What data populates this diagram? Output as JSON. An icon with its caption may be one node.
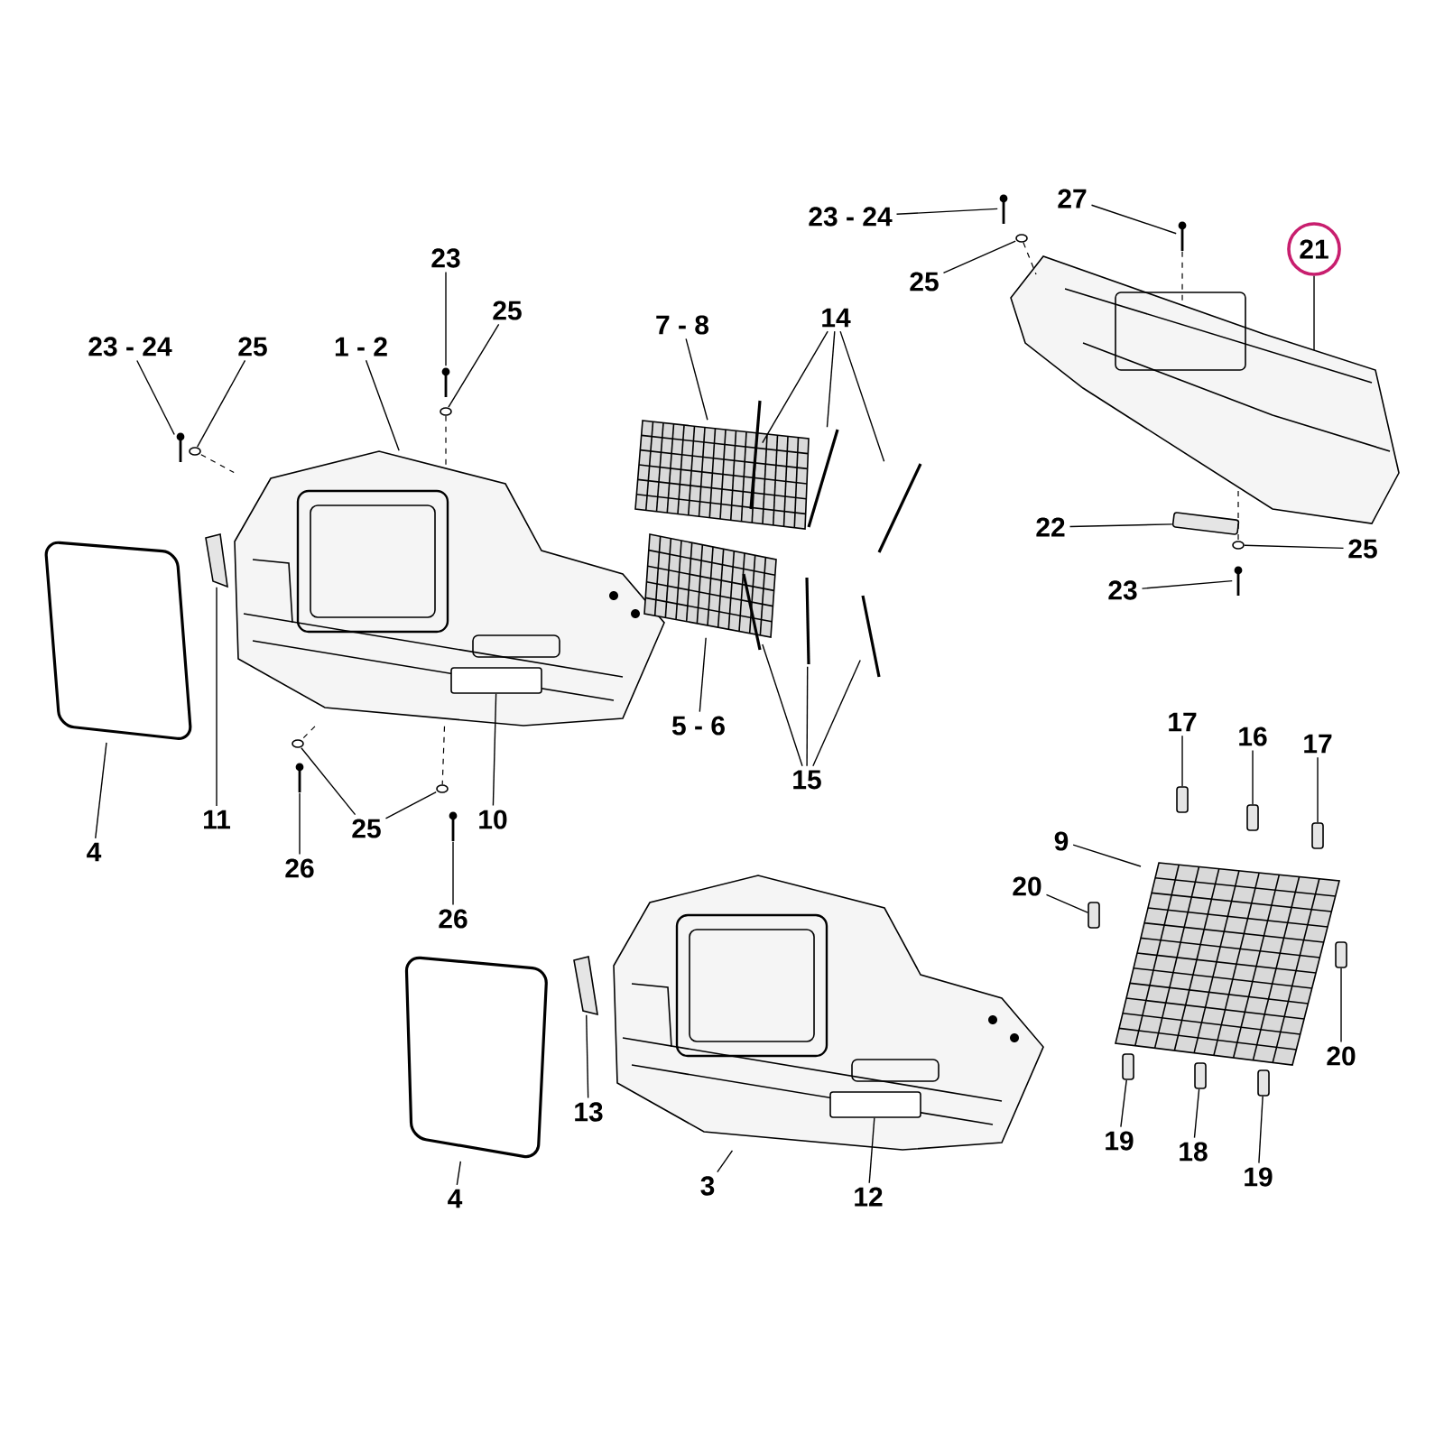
{
  "diagram": {
    "nodes": [
      {
        "text": [
          "23 - 24"
        ]
      },
      {
        "text": [
          "25"
        ]
      },
      {
        "text": [
          "1 - 2"
        ]
      },
      {
        "text": [
          "23"
        ]
      },
      {
        "text": [
          "25"
        ]
      },
      {
        "text": [
          "7 - 8"
        ]
      },
      {
        "text": [
          "14"
        ]
      },
      {
        "text": [
          "5 - 6"
        ]
      },
      {
        "text": [
          "15"
        ]
      },
      {
        "text": [
          "10"
        ]
      },
      {
        "text": [
          "11"
        ]
      },
      {
        "text": [
          "4"
        ]
      },
      {
        "text": [
          "26"
        ]
      },
      {
        "text": [
          "25"
        ]
      },
      {
        "text": [
          "26"
        ]
      },
      {
        "text": [
          "23 - 24"
        ]
      },
      {
        "text": [
          "27"
        ]
      },
      {
        "text": [
          "21"
        ]
      },
      {
        "text": [
          "25"
        ]
      },
      {
        "text": [
          "22"
        ]
      },
      {
        "text": [
          "25"
        ]
      },
      {
        "text": [
          "23"
        ]
      },
      {
        "text": [
          "17"
        ]
      },
      {
        "text": [
          "16"
        ]
      },
      {
        "text": [
          "17"
        ]
      },
      {
        "text": [
          "9"
        ]
      },
      {
        "text": [
          "20"
        ]
      },
      {
        "text": [
          "20"
        ]
      },
      {
        "text": [
          "19"
        ]
      },
      {
        "text": [
          "18"
        ]
      },
      {
        "text": [
          "19"
        ]
      },
      {
        "text": [
          "13"
        ]
      },
      {
        "text": [
          "4"
        ]
      },
      {
        "text": [
          "3"
        ]
      },
      {
        "text": [
          "12"
        ]
      },
      {
        "text": [],
        "shape": "picture"
      },
      {
        "text": [],
        "shape": "picture"
      },
      {
        "text": [],
        "shape": "picture"
      },
      {
        "text": [],
        "shape": "picture"
      },
      {
        "text": [],
        "shape": "picture"
      },
      {
        "text": [],
        "shape": "picture"
      },
      {
        "text": [],
        "shape": "picture"
      },
      {
        "text": [],
        "shape": "picture"
      },
      {
        "text": [],
        "shape": "picture"
      },
      {
        "text": [],
        "shape": "picture"
      },
      {
        "text": [],
        "shape": "picture"
      },
      {
        "text": [],
        "shape": "picture"
      },
      {
        "text": [],
        "shape": "picture"
      },
      {
        "text": [],
        "shape": "box",
        "in": 37
      },
      {
        "text": [],
        "shape": "picture"
      },
      {
        "text": [],
        "shape": "picture"
      },
      {
        "text": [],
        "shape": "picture"
      },
      {
        "text": [],
        "shape": "picture"
      },
      {
        "text": [],
        "shape": "picture"
      },
      {
        "text": [],
        "shape": "picture"
      },
      {
        "text": [],
        "shape": "picture"
      },
      {
        "text": [],
        "shape": "picture"
      },
      {
        "text": [],
        "shape": "picture"
      },
      {
        "text": [],
        "shape": "picture"
      },
      {
        "text": [],
        "shape": "box"
      },
      {
        "text": [],
        "shape": "picture"
      },
      {
        "text": [],
        "shape": "picture"
      },
      {
        "text": [],
        "shape": "box"
      },
      {
        "text": [],
        "shape": "box"
      },
      {
        "text": [],
        "shape": "box"
      },
      {
        "text": [],
        "shape": "picture"
      },
      {
        "text": [],
        "shape": "box"
      },
      {
        "text": [],
        "shape": "box"
      },
      {
        "text": [],
        "shape": "box"
      },
      {
        "text": [],
        "shape": "box"
      },
      {
        "text": [],
        "shape": "box"
      },
      {
        "text": [],
        "shape": "picture"
      },
      {
        "text": [],
        "shape": "picture"
      },
      {
        "text": [],
        "shape": "picture"
      },
      {
        "text": [],
        "shape": "box",
        "in": 73
      }
    ],
    "edges": [
      {
        "from": 0,
        "to": 35,
        "arrow": "none"
      },
      {
        "from": 1,
        "to": 36,
        "arrow": "none"
      },
      {
        "from": 2,
        "to": 37,
        "arrow": "none"
      },
      {
        "from": 3,
        "to": 38,
        "arrow": "none"
      },
      {
        "from": 4,
        "to": 39,
        "arrow": "none"
      },
      {
        "from": 5,
        "to": 40,
        "arrow": "none"
      },
      {
        "from": 6,
        "to": 41,
        "arrow": "none"
      },
      {
        "from": 6,
        "to": 42,
        "arrow": "none"
      },
      {
        "from": 6,
        "to": 43,
        "arrow": "none"
      },
      {
        "from": 7,
        "to": 44,
        "arrow": "none"
      },
      {
        "from": 8,
        "to": 45,
        "arrow": "none"
      },
      {
        "from": 8,
        "to": 46,
        "arrow": "none"
      },
      {
        "from": 8,
        "to": 47,
        "arrow": "none"
      },
      {
        "from": 9,
        "to": 48,
        "arrow": "none"
      },
      {
        "from": 10,
        "to": 49,
        "arrow": "none"
      },
      {
        "from": 11,
        "to": 50,
        "arrow": "none"
      },
      {
        "from": 12,
        "to": 51,
        "arrow": "none"
      },
      {
        "from": 13,
        "to": 52,
        "arrow": "none"
      },
      {
        "from": 13,
        "to": 53,
        "arrow": "none"
      },
      {
        "from": 14,
        "to": 54,
        "arrow": "none"
      },
      {
        "from": 15,
        "to": 55,
        "arrow": "none"
      },
      {
        "from": 16,
        "to": 57,
        "arrow": "none"
      },
      {
        "from": 17,
        "to": 58,
        "arrow": "none"
      },
      {
        "from": 18,
        "to": 56,
        "arrow": "none"
      },
      {
        "from": 19,
        "to": 59,
        "arrow": "none"
      },
      {
        "from": 20,
        "to": 60,
        "arrow": "none"
      },
      {
        "from": 21,
        "to": 61,
        "arrow": "none"
      },
      {
        "from": 22,
        "to": 62,
        "arrow": "none"
      },
      {
        "from": 23,
        "to": 63,
        "arrow": "none"
      },
      {
        "from": 24,
        "to": 64,
        "arrow": "none"
      },
      {
        "from": 25,
        "to": 65,
        "arrow": "none"
      },
      {
        "from": 26,
        "to": 66,
        "arrow": "none"
      },
      {
        "from": 27,
        "to": 67,
        "arrow": "none"
      },
      {
        "from": 28,
        "to": 68,
        "arrow": "none"
      },
      {
        "from": 29,
        "to": 69,
        "arrow": "none"
      },
      {
        "from": 30,
        "to": 70,
        "arrow": "none"
      },
      {
        "from": 31,
        "to": 71,
        "arrow": "none"
      },
      {
        "from": 32,
        "to": 72,
        "arrow": "none"
      },
      {
        "from": 33,
        "to": 73,
        "arrow": "none"
      },
      {
        "from": 34,
        "to": 74,
        "arrow": "none"
      },
      {
        "from": 36,
        "to": 37,
        "arrow": "none",
        "style": "dashed"
      },
      {
        "from": 39,
        "to": 37,
        "arrow": "none",
        "style": "dashed"
      },
      {
        "from": 37,
        "to": 52,
        "arrow": "none",
        "style": "dashed"
      },
      {
        "from": 37,
        "to": 53,
        "arrow": "none",
        "style": "dashed"
      },
      {
        "from": 56,
        "to": 58,
        "arrow": "none",
        "style": "dashed"
      },
      {
        "from": 57,
        "to": 58,
        "arrow": "none",
        "style": "dashed"
      },
      {
        "from": 58,
        "to": 60,
        "arrow": "none",
        "style": "dashed"
      }
    ]
  }
}
